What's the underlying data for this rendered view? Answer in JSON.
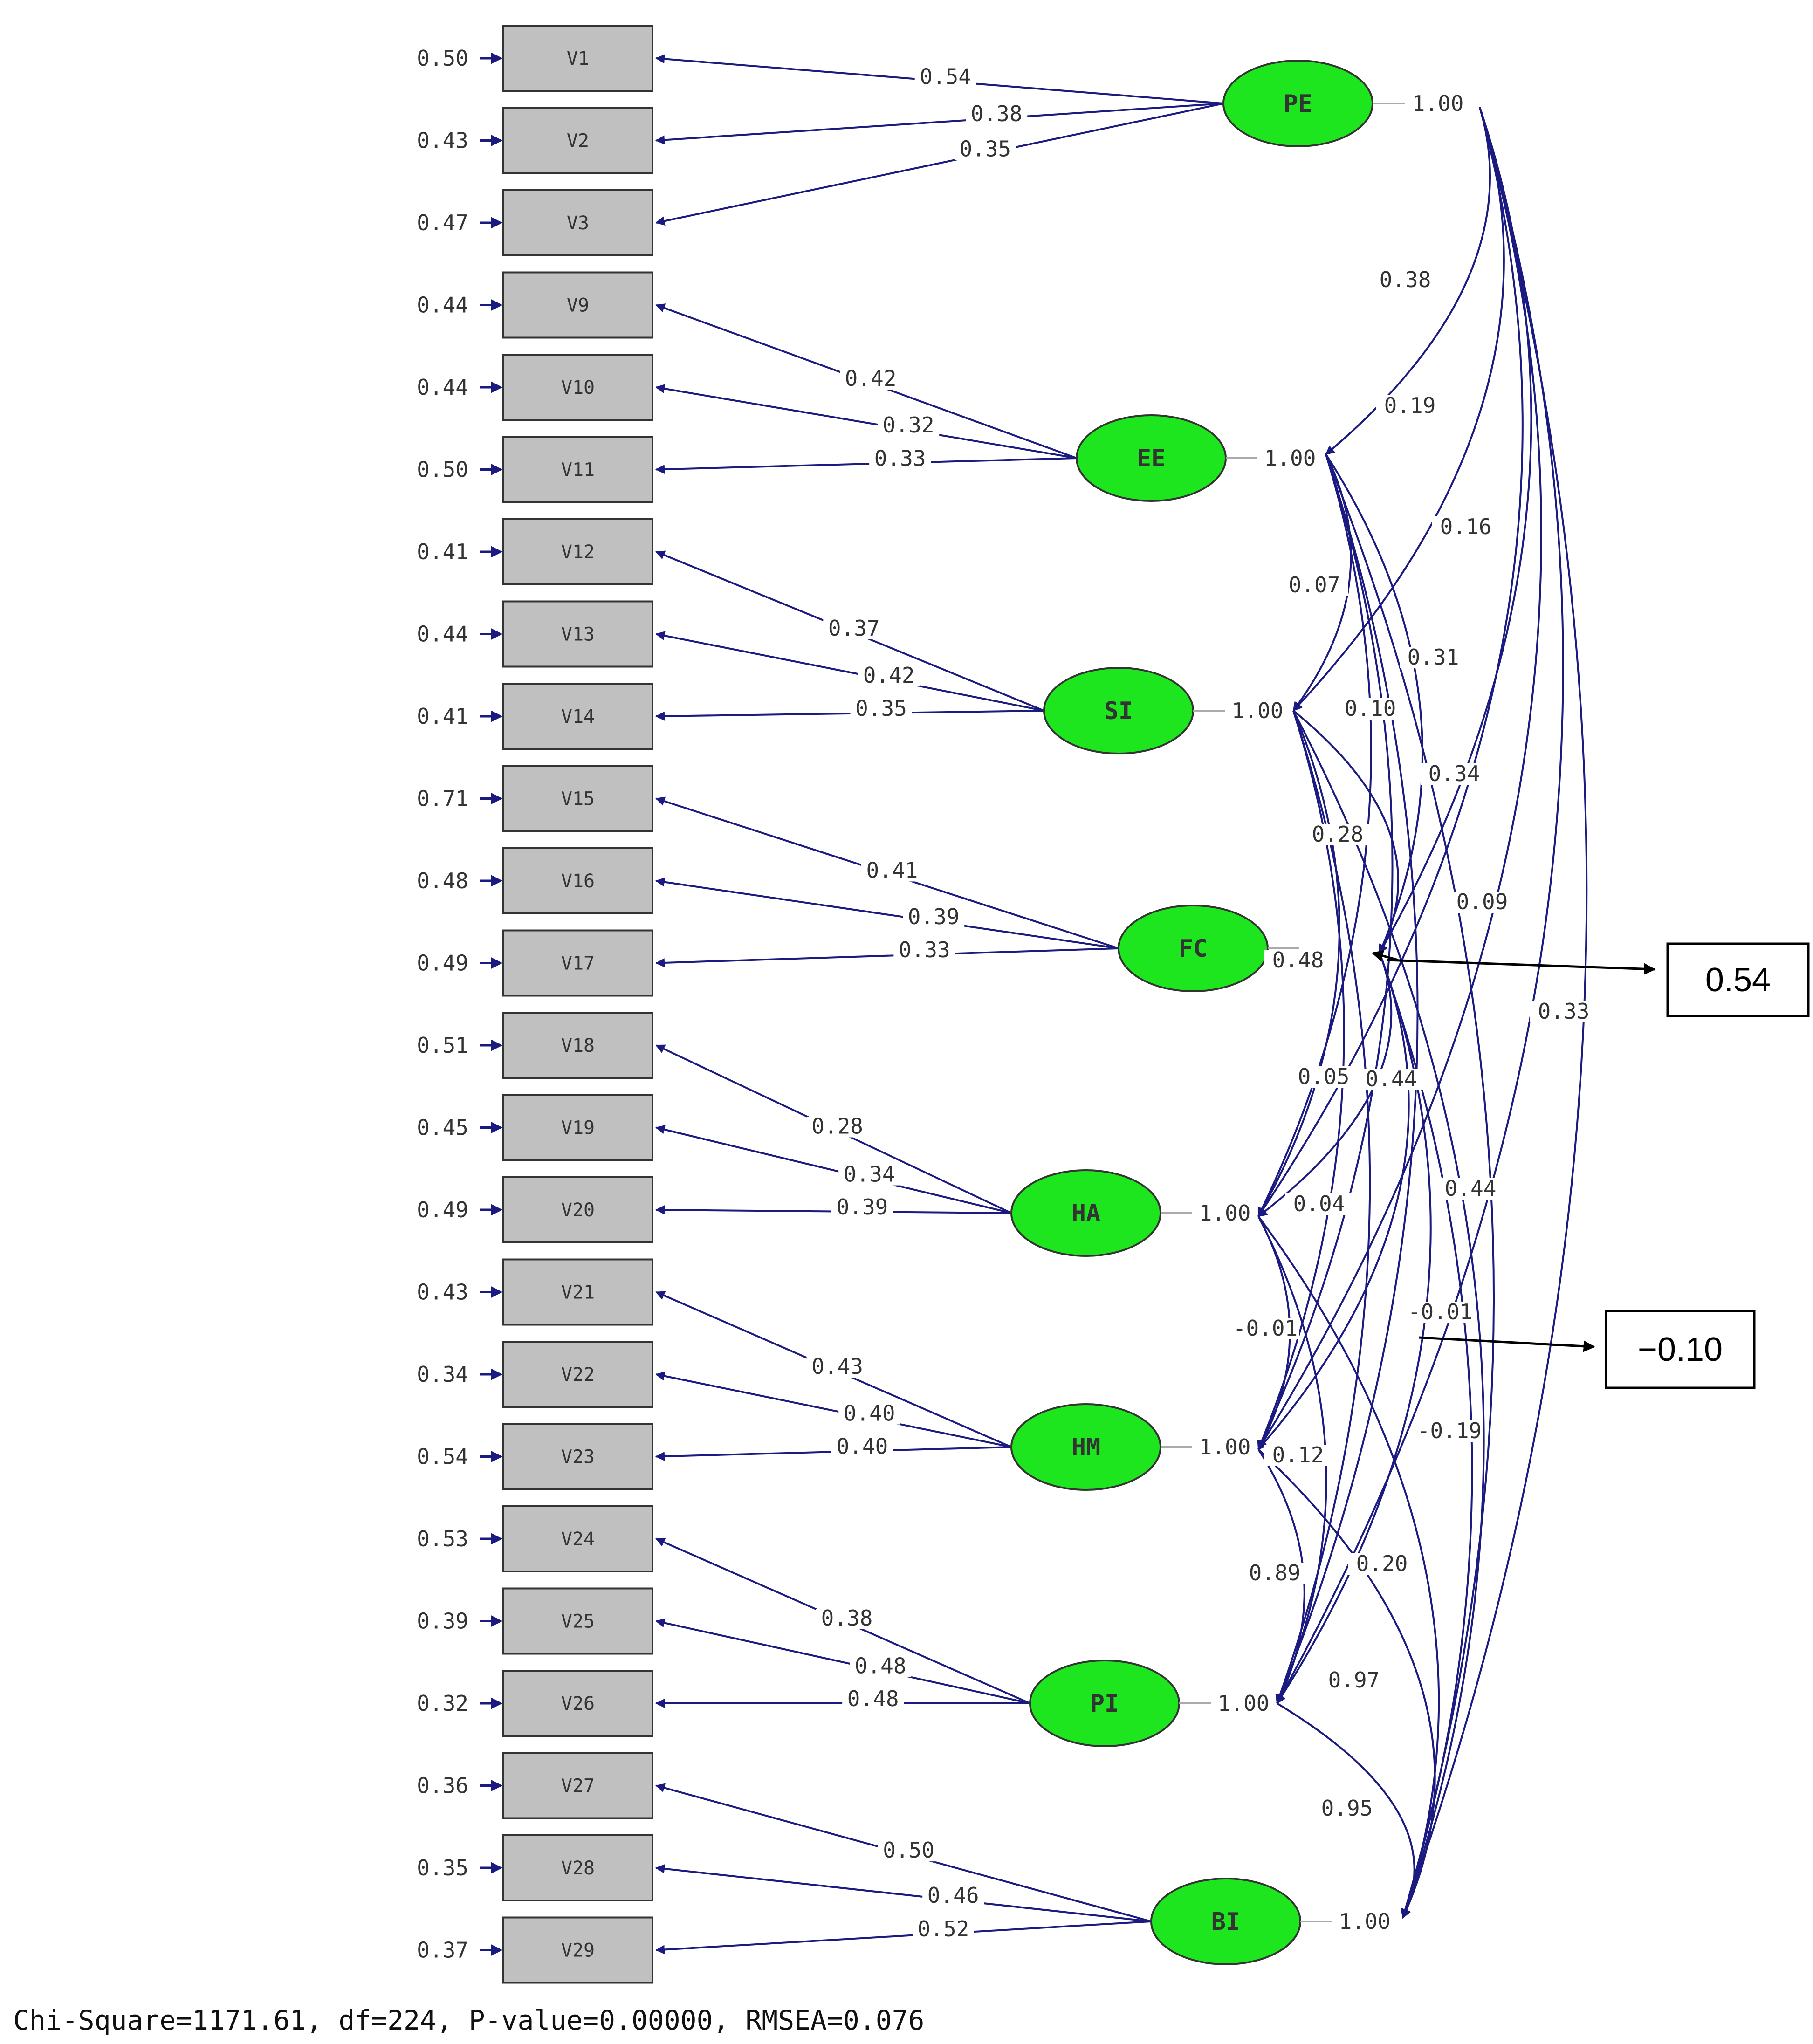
{
  "colors": {
    "latent_fill": "#1ee61e",
    "latent_stroke": "#333333",
    "indicator_fill": "#c0c0c0",
    "path_color": "#1a1a80",
    "callout_arrow": "#000000"
  },
  "indicators": [
    {
      "id": "V1",
      "error": "0.50"
    },
    {
      "id": "V2",
      "error": "0.43"
    },
    {
      "id": "V3",
      "error": "0.47"
    },
    {
      "id": "V9",
      "error": "0.44"
    },
    {
      "id": "V10",
      "error": "0.44"
    },
    {
      "id": "V11",
      "error": "0.50"
    },
    {
      "id": "V12",
      "error": "0.41"
    },
    {
      "id": "V13",
      "error": "0.44"
    },
    {
      "id": "V14",
      "error": "0.41"
    },
    {
      "id": "V15",
      "error": "0.71"
    },
    {
      "id": "V16",
      "error": "0.48"
    },
    {
      "id": "V17",
      "error": "0.49"
    },
    {
      "id": "V18",
      "error": "0.51"
    },
    {
      "id": "V19",
      "error": "0.45"
    },
    {
      "id": "V20",
      "error": "0.49"
    },
    {
      "id": "V21",
      "error": "0.43"
    },
    {
      "id": "V22",
      "error": "0.34"
    },
    {
      "id": "V23",
      "error": "0.54"
    },
    {
      "id": "V24",
      "error": "0.53"
    },
    {
      "id": "V25",
      "error": "0.39"
    },
    {
      "id": "V26",
      "error": "0.32"
    },
    {
      "id": "V27",
      "error": "0.36"
    },
    {
      "id": "V28",
      "error": "0.35"
    },
    {
      "id": "V29",
      "error": "0.37"
    }
  ],
  "latents": [
    {
      "id": "PE",
      "variance": "1.00",
      "loadings": [
        "0.54",
        "0.38",
        "0.35"
      ]
    },
    {
      "id": "EE",
      "variance": "1.00",
      "loadings": [
        "0.42",
        "0.32",
        "0.33"
      ]
    },
    {
      "id": "SI",
      "variance": "1.00",
      "loadings": [
        "0.37",
        "0.42",
        "0.35"
      ]
    },
    {
      "id": "FC",
      "variance": "",
      "loadings": [
        "0.41",
        "0.39",
        "0.33"
      ]
    },
    {
      "id": "HA",
      "variance": "1.00",
      "loadings": [
        "0.28",
        "0.34",
        "0.39"
      ]
    },
    {
      "id": "HM",
      "variance": "1.00",
      "loadings": [
        "0.43",
        "0.40",
        "0.40"
      ]
    },
    {
      "id": "PI",
      "variance": "1.00",
      "loadings": [
        "0.38",
        "0.48",
        "0.48"
      ]
    },
    {
      "id": "BI",
      "variance": "1.00",
      "loadings": [
        "0.50",
        "0.46",
        "0.52"
      ]
    }
  ],
  "correlations": [
    {
      "text": "0.38"
    },
    {
      "text": "0.19"
    },
    {
      "text": "0.16"
    },
    {
      "text": "0.07"
    },
    {
      "text": "0.31"
    },
    {
      "text": "0.10"
    },
    {
      "text": "0.34"
    },
    {
      "text": "0.28"
    },
    {
      "text": "0.09"
    },
    {
      "text": "0.48"
    },
    {
      "text": "0.33"
    },
    {
      "text": "0.05"
    },
    {
      "text": "0.44"
    },
    {
      "text": "0.04"
    },
    {
      "text": "0.44"
    },
    {
      "text": "-0.01"
    },
    {
      "text": "-0.01"
    },
    {
      "text": "-0.19"
    },
    {
      "text": "0.12"
    },
    {
      "text": "0.89"
    },
    {
      "text": "0.20"
    },
    {
      "text": "0.97"
    },
    {
      "text": "0.95"
    }
  ],
  "callouts": [
    {
      "text": "0.54"
    },
    {
      "text": "−0.10"
    }
  ],
  "fit_statistics": "Chi-Square=1171.61, df=224, P-value=0.00000, RMSEA=0.076"
}
